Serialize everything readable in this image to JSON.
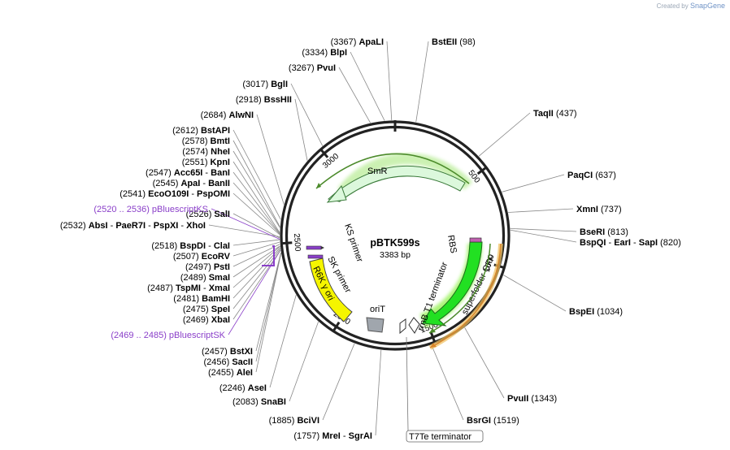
{
  "brand": {
    "created_by": "Created by",
    "product": "SnapGene"
  },
  "plasmid": {
    "name": "pBTK599s",
    "length_label": "3383 bp",
    "length": 3383
  },
  "ticks": [
    {
      "pos": 500,
      "label": "500"
    },
    {
      "pos": 1000,
      "label": "1000"
    },
    {
      "pos": 1500,
      "label": "1500"
    },
    {
      "pos": 2000,
      "label": "2000"
    },
    {
      "pos": 2500,
      "label": "2500"
    },
    {
      "pos": 3000,
      "label": "3000"
    }
  ],
  "sites": [
    {
      "pos": 98,
      "text": [
        [
          "BstEII",
          true
        ],
        [
          "   (98)",
          false
        ]
      ]
    },
    {
      "pos": 437,
      "text": [
        [
          "TaqII",
          true
        ],
        [
          "   (437)",
          false
        ]
      ]
    },
    {
      "pos": 637,
      "text": [
        [
          "PaqCI",
          true
        ],
        [
          "   (637)",
          false
        ]
      ]
    },
    {
      "pos": 737,
      "text": [
        [
          "XmnI",
          true
        ],
        [
          "   (737)",
          false
        ]
      ]
    },
    {
      "pos": 813,
      "text": [
        [
          "BseRI",
          true
        ],
        [
          "   (813)",
          false
        ]
      ]
    },
    {
      "pos": 820,
      "text": [
        [
          "BspQI",
          true
        ],
        [
          " - ",
          false
        ],
        [
          "EarI",
          true
        ],
        [
          " - ",
          false
        ],
        [
          "SapI",
          true
        ],
        [
          "   (820)",
          false
        ]
      ]
    },
    {
      "pos": 1034,
      "text": [
        [
          "BspEI",
          true
        ],
        [
          "   (1034)",
          false
        ]
      ]
    },
    {
      "pos": 1343,
      "text": [
        [
          "PvuII",
          true
        ],
        [
          "   (1343)",
          false
        ]
      ]
    },
    {
      "pos": 1519,
      "text": [
        [
          "BsrGI",
          true
        ],
        [
          "   (1519)",
          false
        ]
      ]
    },
    {
      "pos": 1757,
      "text": [
        [
          "(1757)  ",
          false
        ],
        [
          "MreI",
          true
        ],
        [
          " - ",
          false
        ],
        [
          "SgrAI",
          true
        ]
      ]
    },
    {
      "pos": 1885,
      "text": [
        [
          "(1885)  ",
          false
        ],
        [
          "BciVI",
          true
        ]
      ]
    },
    {
      "pos": 2083,
      "text": [
        [
          "(2083)  ",
          false
        ],
        [
          "SnaBI",
          true
        ]
      ]
    },
    {
      "pos": 2246,
      "text": [
        [
          "(2246)  ",
          false
        ],
        [
          "AseI",
          true
        ]
      ]
    },
    {
      "pos": 2455,
      "text": [
        [
          "(2455)  ",
          false
        ],
        [
          "AleI",
          true
        ]
      ]
    },
    {
      "pos": 2456,
      "text": [
        [
          "(2456)  ",
          false
        ],
        [
          "SacII",
          true
        ]
      ]
    },
    {
      "pos": 2457,
      "text": [
        [
          "(2457)  ",
          false
        ],
        [
          "BstXI",
          true
        ]
      ]
    },
    {
      "pos": 2469,
      "text": [
        [
          "(2469 .. 2485)  pBluescriptSK",
          false
        ]
      ],
      "purple": true
    },
    {
      "pos": 2469,
      "text": [
        [
          "(2469)  ",
          false
        ],
        [
          "XbaI",
          true
        ]
      ]
    },
    {
      "pos": 2475,
      "text": [
        [
          "(2475)  ",
          false
        ],
        [
          "SpeI",
          true
        ]
      ]
    },
    {
      "pos": 2481,
      "text": [
        [
          "(2481)  ",
          false
        ],
        [
          "BamHI",
          true
        ]
      ]
    },
    {
      "pos": 2487,
      "text": [
        [
          "(2487)  ",
          false
        ],
        [
          "TspMI",
          true
        ],
        [
          "  - ",
          false
        ],
        [
          "XmaI",
          true
        ]
      ]
    },
    {
      "pos": 2489,
      "text": [
        [
          "(2489)  ",
          false
        ],
        [
          "SmaI",
          true
        ]
      ]
    },
    {
      "pos": 2497,
      "text": [
        [
          "(2497)  ",
          false
        ],
        [
          "PstI",
          true
        ]
      ]
    },
    {
      "pos": 2507,
      "text": [
        [
          "(2507)  ",
          false
        ],
        [
          "EcoRV",
          true
        ]
      ]
    },
    {
      "pos": 2518,
      "text": [
        [
          "(2518)  ",
          false
        ],
        [
          "BspDI",
          true
        ],
        [
          " - ",
          false
        ],
        [
          "ClaI",
          true
        ]
      ]
    },
    {
      "pos": 2526,
      "text": [
        [
          "(2526)  ",
          false
        ],
        [
          "SalI",
          true
        ]
      ]
    },
    {
      "pos": 2532,
      "text": [
        [
          "(2532)  ",
          false
        ],
        [
          "AbsI",
          true
        ],
        [
          "  - ",
          false
        ],
        [
          "PaeR7I",
          true
        ],
        [
          "  - ",
          false
        ],
        [
          "PspXI",
          true
        ],
        [
          "  - ",
          false
        ],
        [
          "XhoI",
          true
        ]
      ]
    },
    {
      "pos": 2520,
      "text": [
        [
          "(2520 .. 2536)  pBluescriptKS",
          false
        ]
      ],
      "purple": true
    },
    {
      "pos": 2541,
      "text": [
        [
          "(2541)  ",
          false
        ],
        [
          "EcoO109I",
          true
        ],
        [
          "  - ",
          false
        ],
        [
          "PspOMI",
          true
        ]
      ]
    },
    {
      "pos": 2545,
      "text": [
        [
          "(2545)  ",
          false
        ],
        [
          "ApaI",
          true
        ],
        [
          "  - ",
          false
        ],
        [
          "BanII",
          true
        ]
      ]
    },
    {
      "pos": 2547,
      "text": [
        [
          "(2547)  ",
          false
        ],
        [
          "Acc65I",
          true
        ],
        [
          "  - ",
          false
        ],
        [
          "BanI",
          true
        ]
      ]
    },
    {
      "pos": 2551,
      "text": [
        [
          "(2551)  ",
          false
        ],
        [
          "KpnI",
          true
        ]
      ]
    },
    {
      "pos": 2574,
      "text": [
        [
          "(2574)  ",
          false
        ],
        [
          "NheI",
          true
        ]
      ]
    },
    {
      "pos": 2578,
      "text": [
        [
          "(2578)  ",
          false
        ],
        [
          "BmtI",
          true
        ]
      ]
    },
    {
      "pos": 2612,
      "text": [
        [
          "(2612)  ",
          false
        ],
        [
          "BstAPI",
          true
        ]
      ]
    },
    {
      "pos": 2684,
      "text": [
        [
          "(2684)  ",
          false
        ],
        [
          "AlwNI",
          true
        ]
      ]
    },
    {
      "pos": 2918,
      "text": [
        [
          "(2918)  ",
          false
        ],
        [
          "BssHII",
          true
        ]
      ]
    },
    {
      "pos": 3017,
      "text": [
        [
          "(3017)  ",
          false
        ],
        [
          "BglI",
          true
        ]
      ]
    },
    {
      "pos": 3267,
      "text": [
        [
          "(3267)  ",
          false
        ],
        [
          "PvuI",
          true
        ]
      ]
    },
    {
      "pos": 3334,
      "text": [
        [
          "(3334)  ",
          false
        ],
        [
          "BlpI",
          true
        ]
      ]
    },
    {
      "pos": 3367,
      "text": [
        [
          "(3367)  ",
          false
        ],
        [
          "ApaLI",
          true
        ]
      ]
    }
  ],
  "features": {
    "smr": "SmR",
    "sfgfp": "superfolder GFP",
    "rbs": "RBS",
    "rrnb": "rrnB T1 terminator",
    "ori_t": "oriT",
    "r6k": "R6K γ ori",
    "ks_primer": "KS primer",
    "sk_primer": "SK primer",
    "t7te": "T7Te terminator"
  },
  "colors": {
    "backbone": "#222222",
    "smr_fill": "#dcf8dc",
    "smr_glow": "#bfeea0",
    "gfp_fill": "#22e022",
    "gfp_glow": "#88f040",
    "r6k_fill": "#f5f500",
    "orit_fill": "#a0a6ad",
    "primer_fill": "#8a3fc9",
    "orf_green": "#5a9a2a",
    "orf_orange": "#d8862a",
    "purple_label": "#8a3fc9"
  }
}
